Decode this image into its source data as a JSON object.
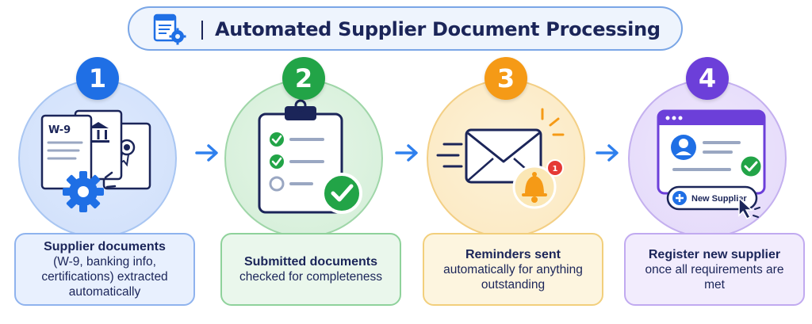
{
  "header": {
    "title": "Automated Supplier Document Processing",
    "icon": "document-gear-icon"
  },
  "colors": {
    "step1": "#1f6fe5",
    "step2": "#22a447",
    "step3": "#f59a16",
    "step4": "#6c3fd9",
    "navy": "#1b2559"
  },
  "steps": [
    {
      "number": "1",
      "icon": "documents-gear-icon",
      "doc_label": "W-9",
      "title": "Supplier documents",
      "body": "(W-9, banking info, certifications) extracted automatically"
    },
    {
      "number": "2",
      "icon": "clipboard-checklist-icon",
      "title": "Submitted documents",
      "body": "checked for completeness"
    },
    {
      "number": "3",
      "icon": "envelope-bell-icon",
      "badge": "1",
      "title": "Reminders sent",
      "body": "automatically for anything outstanding"
    },
    {
      "number": "4",
      "icon": "browser-profile-icon",
      "button_label": "New Supplier",
      "title": "Register new supplier",
      "body": "once all requirements are met"
    }
  ]
}
